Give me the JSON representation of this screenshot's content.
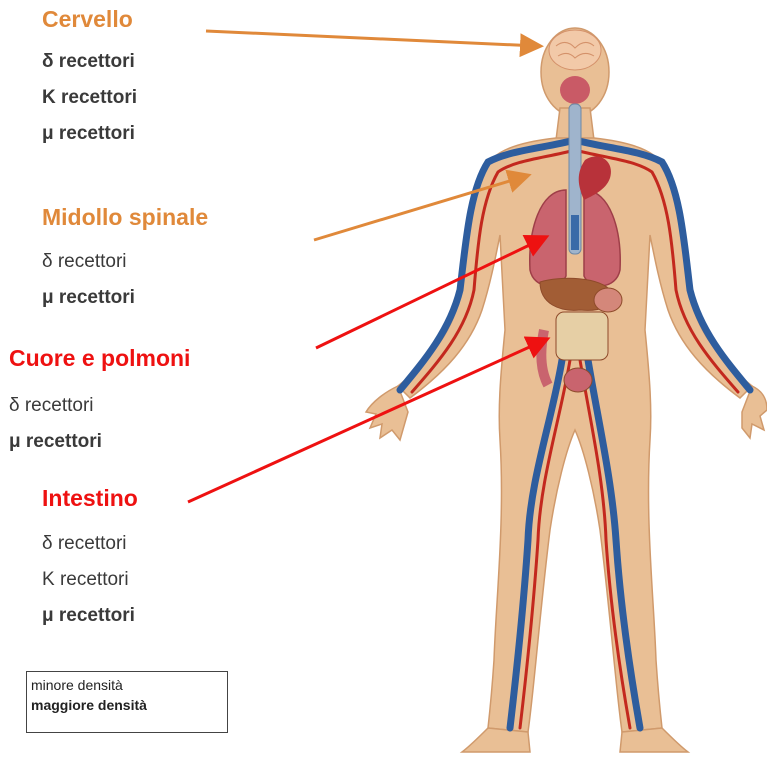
{
  "groups": [
    {
      "title": "Cervello",
      "color": "#e0893a",
      "lines": [
        {
          "text": "δ recettori",
          "bold": true
        },
        {
          "text": "K recettori",
          "bold": true
        },
        {
          "text": "μ recettori",
          "bold": true
        }
      ]
    },
    {
      "title": "Midollo spinale",
      "color": "#e0893a",
      "lines": [
        {
          "text": "δ recettori",
          "bold": false
        },
        {
          "text": "μ recettori",
          "bold": true
        }
      ]
    },
    {
      "title": "Cuore e polmoni",
      "color": "#ee1111",
      "lines": [
        {
          "text": "δ recettori",
          "bold": false
        },
        {
          "text": "μ recettori",
          "bold": true
        }
      ]
    },
    {
      "title": "Intestino",
      "color": "#ee1111",
      "lines": [
        {
          "text": "δ recettori",
          "bold": false
        },
        {
          "text": "K recettori",
          "bold": false
        },
        {
          "text": "μ recettori",
          "bold": true
        }
      ]
    }
  ],
  "legend": {
    "low": "minore densità",
    "high": "maggiore densità"
  },
  "colors": {
    "skin": "#e9bf95",
    "vein": "#2e5d9e",
    "artery": "#c3281e",
    "organ": "#c9646e"
  }
}
